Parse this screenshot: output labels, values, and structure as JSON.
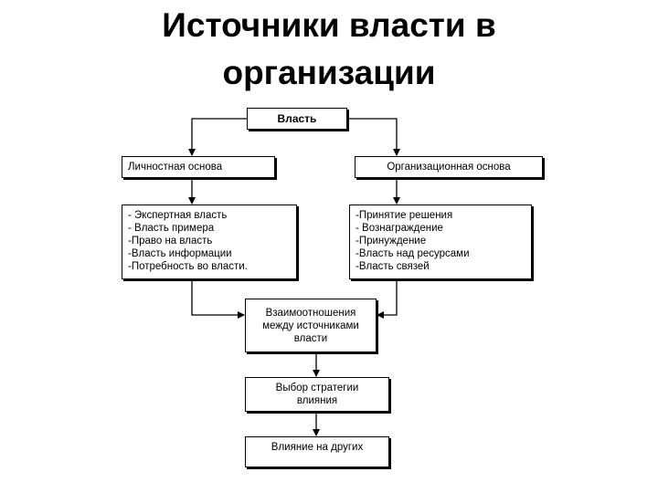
{
  "title": {
    "line1": "Источники власти в",
    "line2": "организации"
  },
  "boxes": {
    "power": "Власть",
    "personal_base": "Личностная основа",
    "org_base": "Организационная основа",
    "personal_items": [
      "- Экспертная власть",
      "- Власть примера",
      "-Право на власть",
      "-Власть информации",
      "-Потребность во власти."
    ],
    "org_items": [
      "-Принятие решения",
      "- Вознаграждение",
      "-Принуждение",
      "-Власть над ресурсами",
      "-Власть связей"
    ],
    "relations": [
      "Взаимоотношения",
      "между источниками",
      "власти"
    ],
    "strategy": [
      "Выбор стратегии",
      "влияния"
    ],
    "influence": "Влияние на других"
  }
}
